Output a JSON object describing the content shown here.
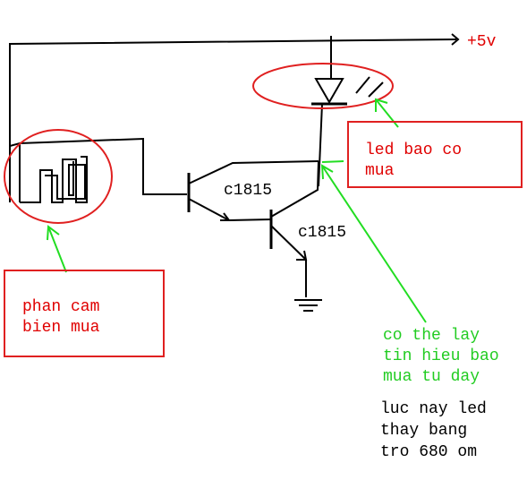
{
  "labels": {
    "supply": "+5v",
    "transistor_1": "c1815",
    "transistor_2": "c1815",
    "sensor_note_line1": "phan cam",
    "sensor_note_line2": "bien mua",
    "led_note_line1": "led bao co",
    "led_note_line2": "mua",
    "signal_note_line1": "co the lay",
    "signal_note_line2": "tin hieu bao",
    "signal_note_line3": "mua tu day",
    "resistor_note_line1": "luc nay led",
    "resistor_note_line2": "thay bang",
    "resistor_note_line3": "tro 680 om"
  },
  "colors": {
    "wire": "#000000",
    "highlight": "#e02020",
    "arrow": "#22dd22",
    "note_red": "#e00000",
    "note_green": "#22cc22",
    "note_black": "#000000"
  }
}
